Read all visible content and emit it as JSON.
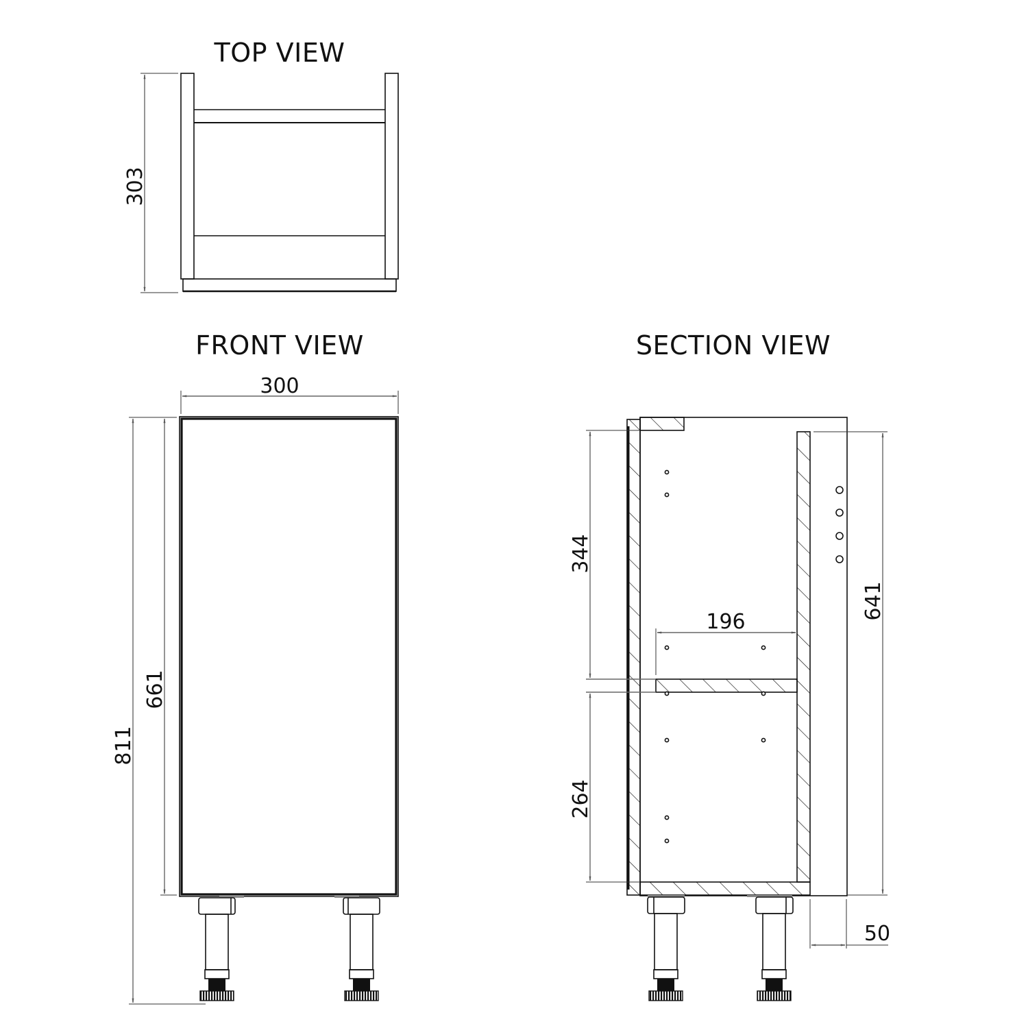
{
  "views": {
    "top": {
      "title": "TOP VIEW",
      "depth_dim": "303"
    },
    "front": {
      "title": "FRONT VIEW",
      "width_dim": "300",
      "door_height_dim": "661",
      "total_height_dim": "811"
    },
    "section": {
      "title": "SECTION VIEW",
      "upper_dim": "344",
      "shelf_depth_dim": "196",
      "lower_dim": "264",
      "side_height_dim": "641",
      "toe_kick_dim": "50"
    }
  },
  "colors": {
    "line": "#111111",
    "background": "#ffffff",
    "dimension_line": "#666666"
  }
}
